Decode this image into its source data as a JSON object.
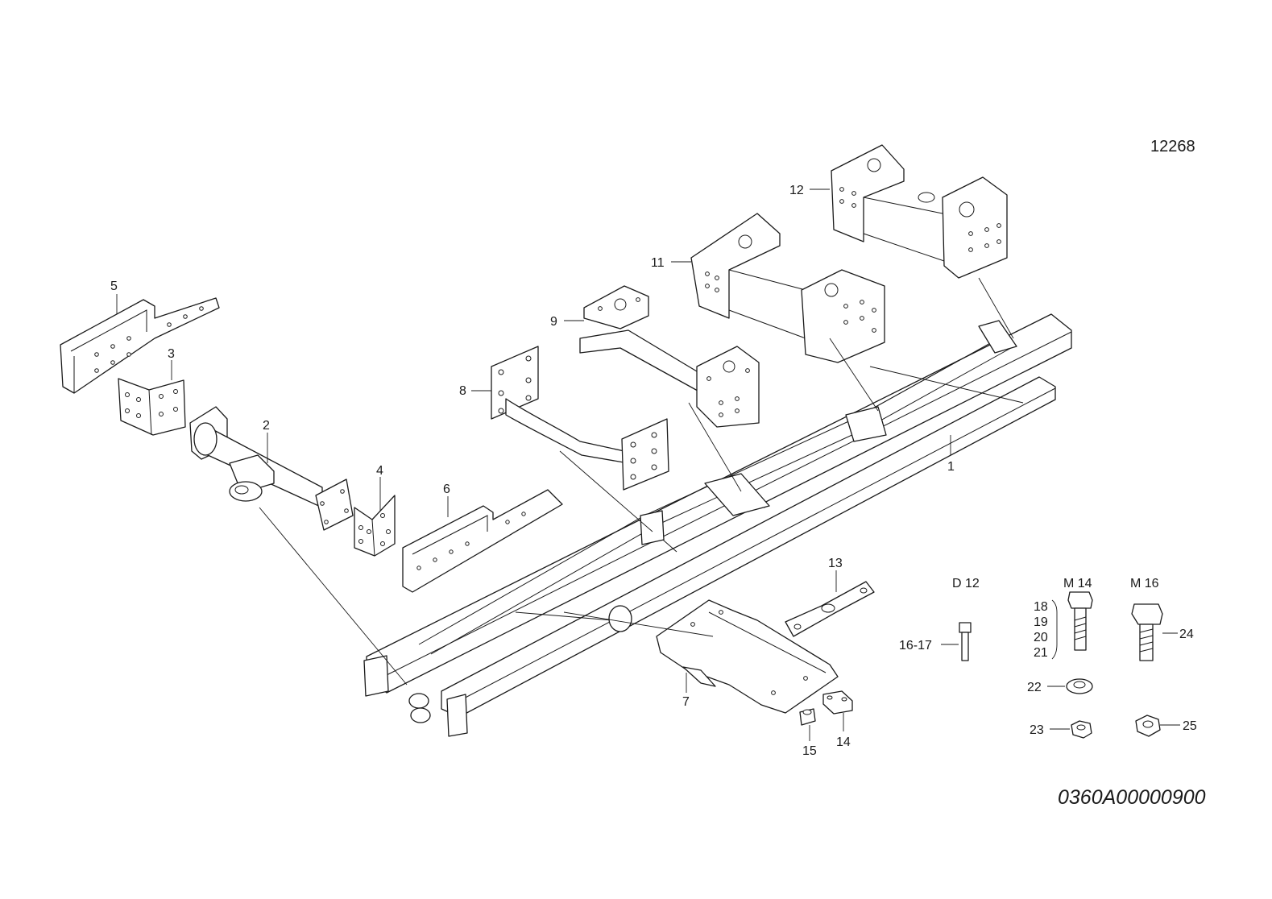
{
  "drawing": {
    "reference_number": "12268",
    "document_code": "0360A00000900",
    "size_headers": [
      "D 12",
      "M 14",
      "M 16"
    ],
    "callouts": [
      "1",
      "2",
      "3",
      "4",
      "5",
      "6",
      "7",
      "8",
      "9",
      "11",
      "12",
      "13",
      "14",
      "15",
      "16-17",
      "18",
      "19",
      "20",
      "21",
      "22",
      "23",
      "24",
      "25"
    ]
  }
}
